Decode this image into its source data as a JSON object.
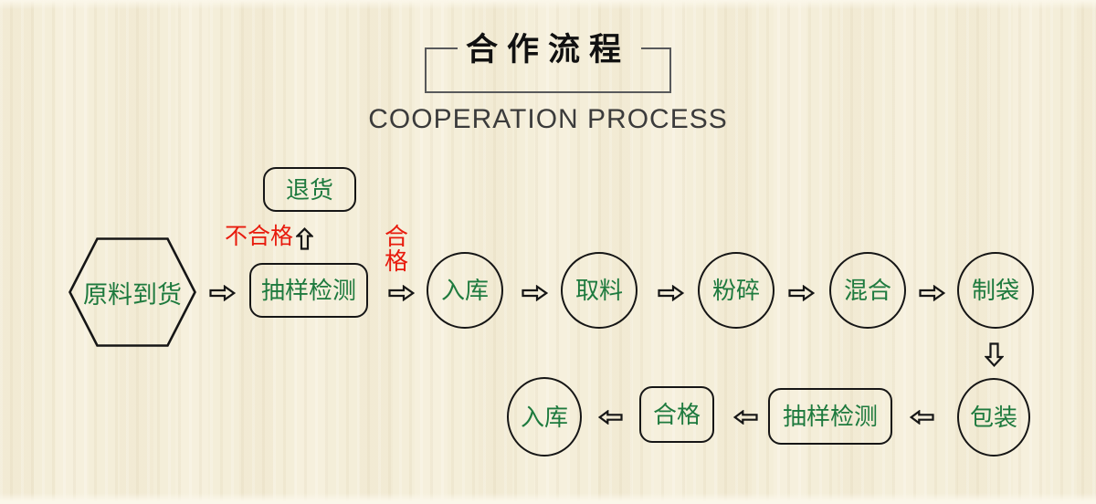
{
  "header": {
    "title": "合作流程",
    "subtitle": "COOPERATION PROCESS"
  },
  "flow": {
    "branch": {
      "return_label": "退货",
      "reject_label": "不合格",
      "pass_label": "合格"
    },
    "main_row": [
      {
        "label": "原料到货",
        "shape": "hexagon"
      },
      {
        "label": "抽样检测",
        "shape": "roundrect"
      },
      {
        "label": "入库",
        "shape": "circle"
      },
      {
        "label": "取料",
        "shape": "circle"
      },
      {
        "label": "粉碎",
        "shape": "circle"
      },
      {
        "label": "混合",
        "shape": "circle"
      },
      {
        "label": "制袋",
        "shape": "circle"
      }
    ],
    "bottom_row": [
      {
        "label": "入库",
        "shape": "circle"
      },
      {
        "label": "合格",
        "shape": "roundrect"
      },
      {
        "label": "抽样检测",
        "shape": "roundrect"
      },
      {
        "label": "包装",
        "shape": "circle"
      }
    ],
    "bottom_row_direction": "right-to-left"
  },
  "colors": {
    "background": "#f4eed9",
    "node_text": "#1e7a3e",
    "alert_text": "#e81a0c",
    "outline": "#161616",
    "title_frame": "#58595b"
  }
}
